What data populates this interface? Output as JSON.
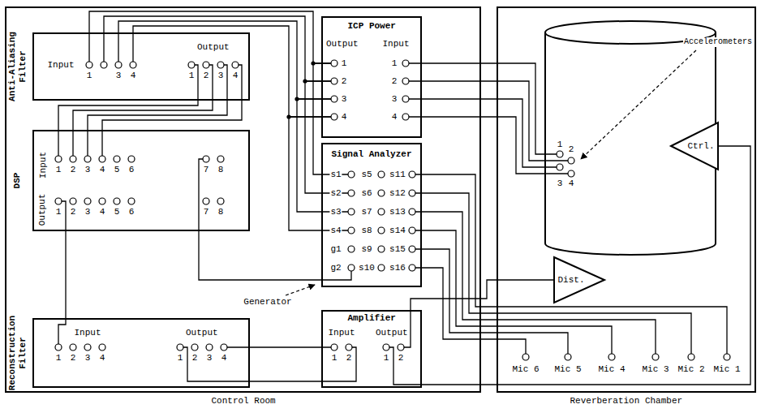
{
  "diagram": {
    "nodes": [
      {
        "text": [
          "Control Room"
        ]
      },
      {
        "text": [
          "Reverberation Chamber"
        ]
      },
      {
        "text": [
          "Anti-Aliasing Filter",
          "Input",
          "Output"
        ],
        "in": 0
      },
      {
        "text": [
          "ICP Power",
          "Output",
          "Input"
        ],
        "in": 0
      },
      {
        "text": [
          "DSP",
          "Input",
          "Output"
        ],
        "in": 0
      },
      {
        "text": [
          "Signal Analyzer"
        ],
        "in": 0
      },
      {
        "text": [
          "Reconstruction Filter",
          "Input",
          "Output"
        ],
        "in": 0
      },
      {
        "text": [
          "Amplifier",
          "Input",
          "Output"
        ],
        "in": 0
      },
      {
        "text": [
          "Ctrl."
        ],
        "in": 1
      },
      {
        "text": [
          "Dist."
        ],
        "in": 1
      }
    ],
    "edges": [
      {
        "from": 3,
        "to": 2,
        "arrow": "none"
      },
      {
        "from": 3,
        "to": 2,
        "arrow": "none"
      },
      {
        "from": 3,
        "to": 2,
        "arrow": "none"
      },
      {
        "from": 3,
        "to": 2,
        "arrow": "none"
      },
      {
        "from": 3,
        "to": 5,
        "arrow": "none"
      },
      {
        "from": 3,
        "to": 5,
        "arrow": "none"
      },
      {
        "from": 3,
        "to": 5,
        "arrow": "none"
      },
      {
        "from": 3,
        "to": 5,
        "arrow": "none"
      },
      {
        "from": 2,
        "to": 4,
        "arrow": "none"
      },
      {
        "from": 2,
        "to": 4,
        "arrow": "none"
      },
      {
        "from": 2,
        "to": 4,
        "arrow": "none"
      },
      {
        "from": 2,
        "to": 4,
        "arrow": "none"
      },
      {
        "from": 5,
        "to": 4,
        "arrow": "none"
      },
      {
        "from": 4,
        "to": 6,
        "arrow": "none"
      },
      {
        "from": 6,
        "to": 7,
        "arrow": "none"
      },
      {
        "from": 6,
        "to": 7,
        "arrow": "none"
      },
      {
        "from": 7,
        "to": 8,
        "arrow": "none"
      },
      {
        "from": 7,
        "to": 9,
        "arrow": "none"
      }
    ],
    "labels": [
      "1",
      "3",
      "4",
      "1",
      "2",
      "3",
      "4",
      "1",
      "2",
      "3",
      "4",
      "5",
      "6",
      "7",
      "8",
      "1",
      "2",
      "3",
      "4",
      "5",
      "6",
      "7",
      "8",
      "1",
      "2",
      "3",
      "4",
      "1",
      "2",
      "3",
      "4",
      "1",
      "2",
      "3",
      "4",
      "1",
      "2",
      "3",
      "4",
      "s1",
      "s2",
      "s3",
      "s4",
      "s5",
      "s6",
      "s7",
      "s8",
      "s9",
      "s10",
      "s11",
      "s12",
      "s13",
      "s14",
      "s15",
      "s16",
      "g1",
      "g2",
      "1",
      "2",
      "1",
      "2",
      "1",
      "2",
      "3",
      "4",
      "Accelerometers",
      "Generator",
      "Mic 6",
      "Mic 5",
      "Mic 4",
      "Mic 3",
      "Mic 2",
      "Mic 1"
    ]
  }
}
